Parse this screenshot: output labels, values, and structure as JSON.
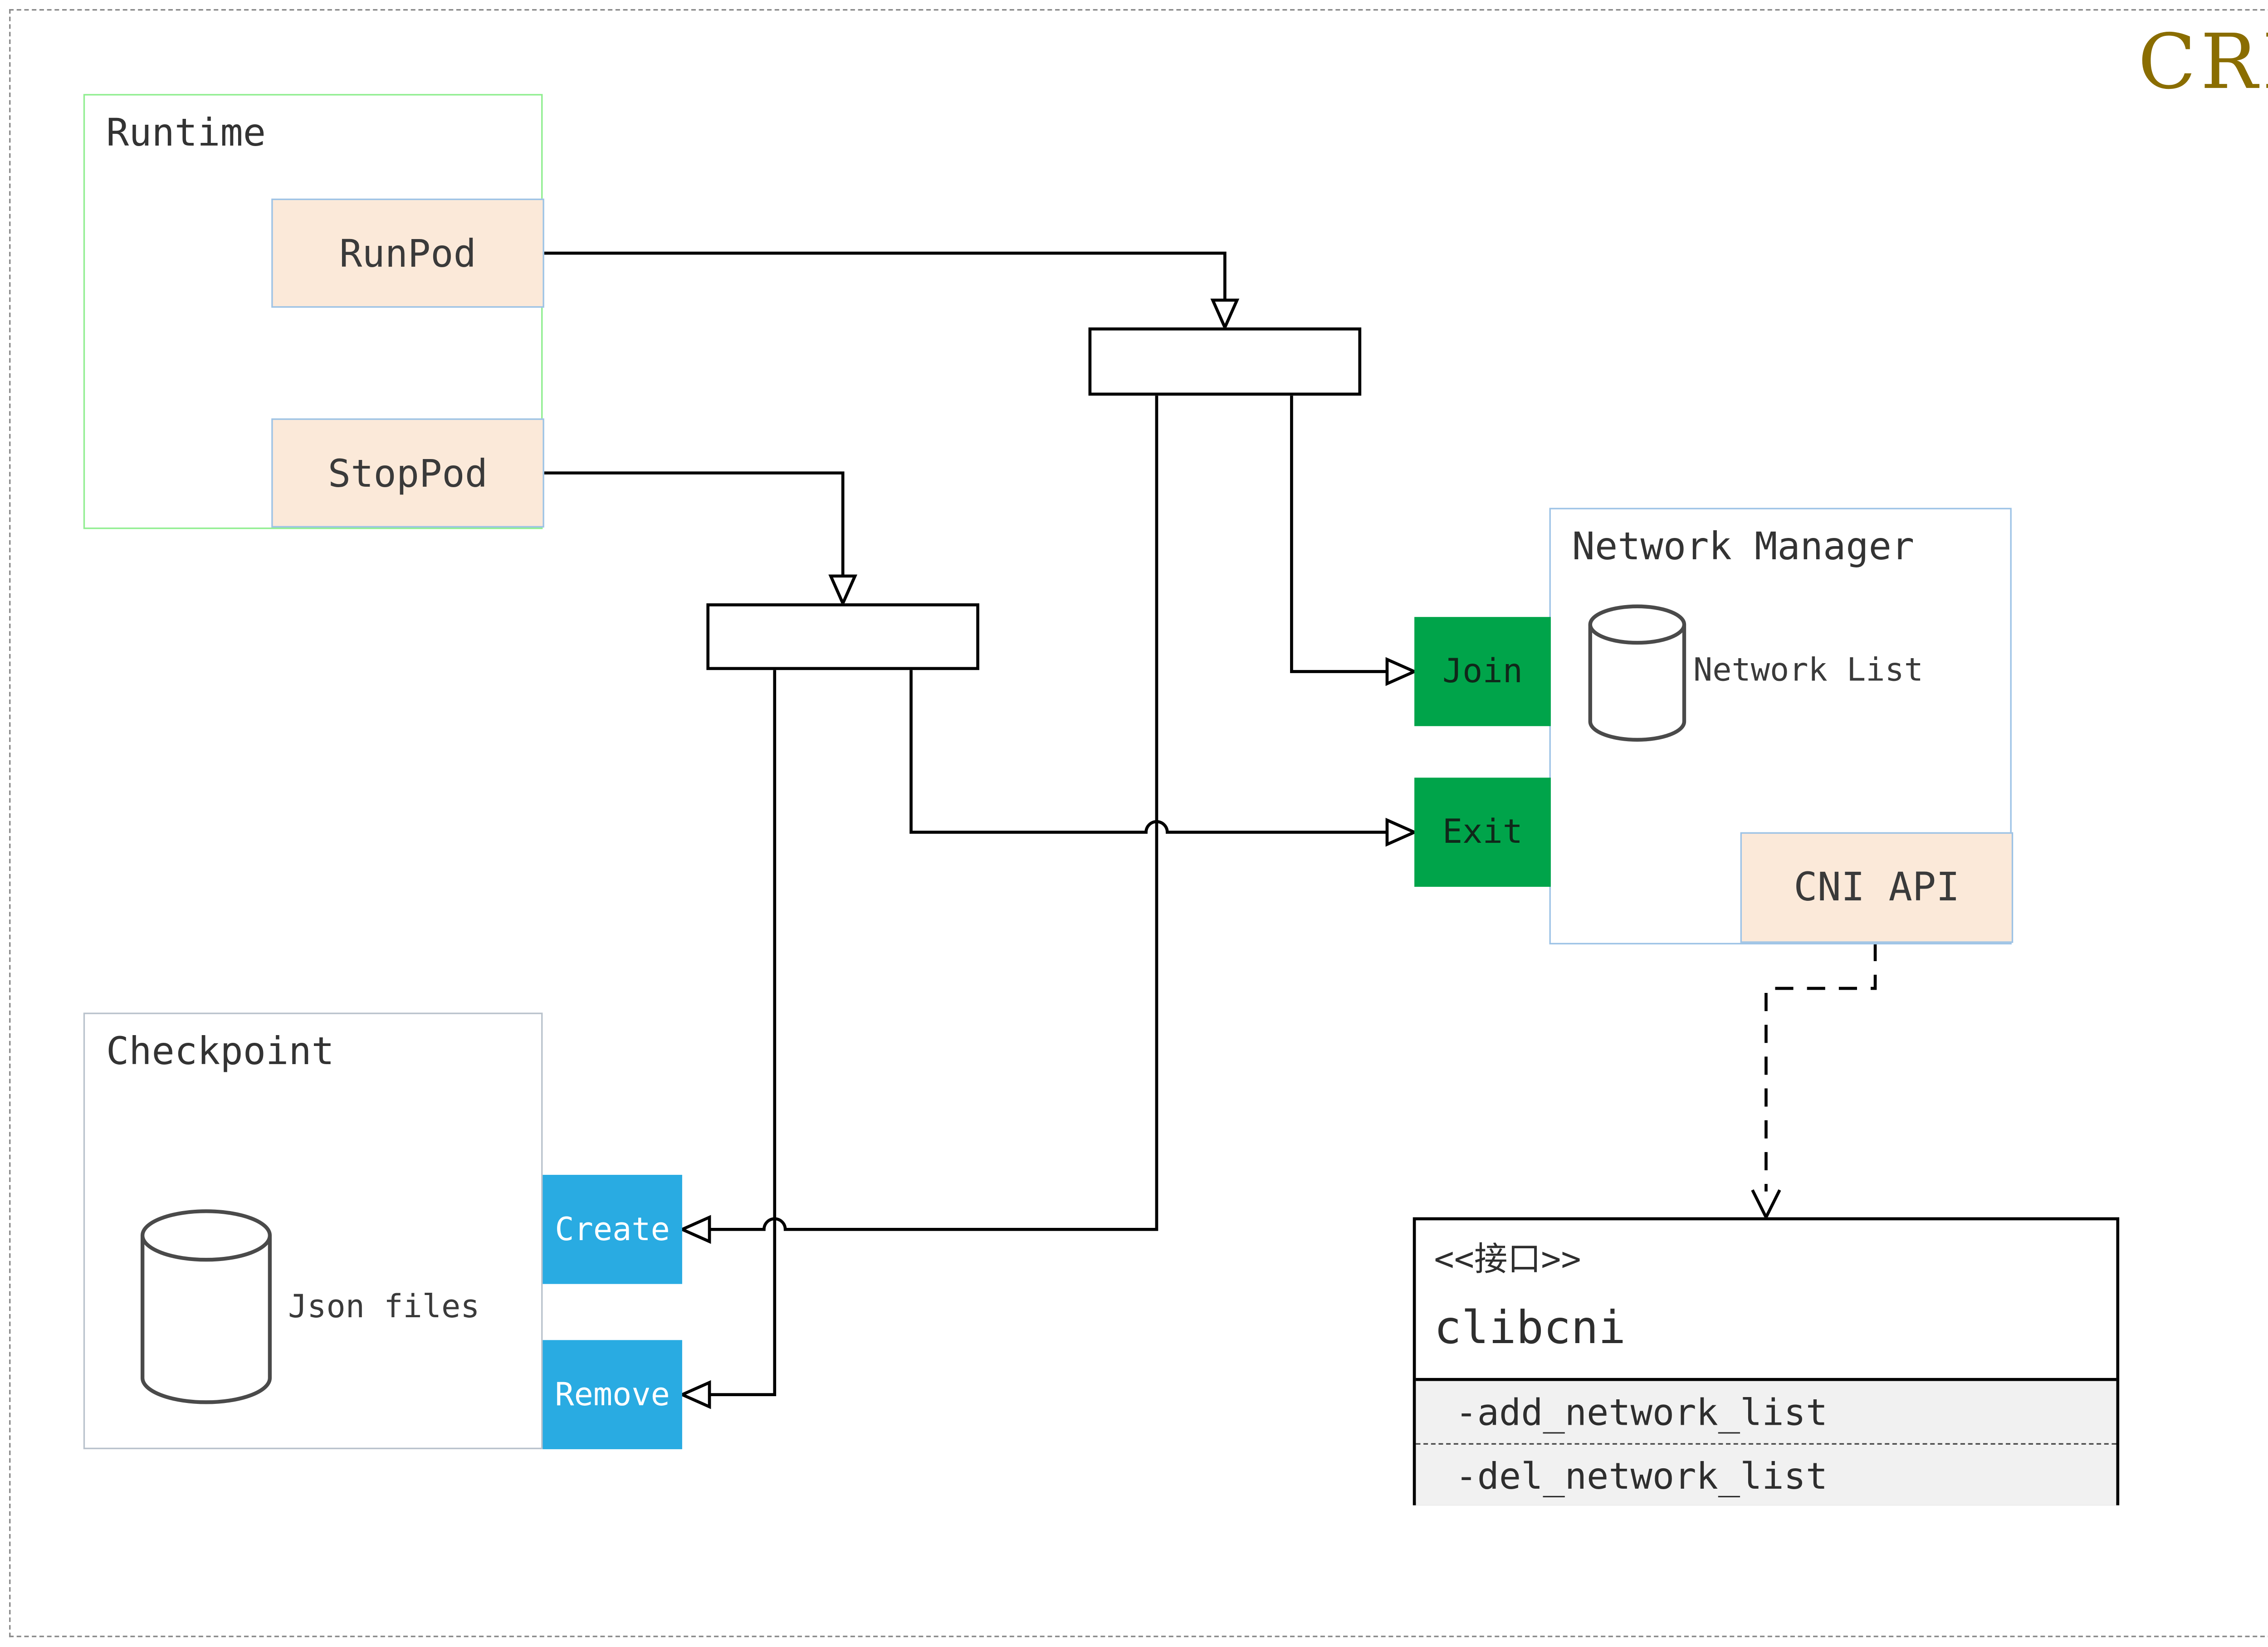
{
  "title": {
    "label": "CRI"
  },
  "runtime": {
    "label": "Runtime",
    "run_pod": "RunPod",
    "stop_pod": "StopPod"
  },
  "checkpoint": {
    "label": "Checkpoint",
    "db_label": "Json files",
    "create": "Create",
    "remove": "Remove"
  },
  "network_manager": {
    "label": "Network Manager",
    "db_label": "Network List",
    "join": "Join",
    "exit": "Exit",
    "cni_api": "CNI API"
  },
  "interface": {
    "stereotype": "<<接口>>",
    "name": "clibcni",
    "methods": [
      "-add_network_list",
      "-del_network_list"
    ]
  },
  "colors": {
    "title_accent": "#8a6d00",
    "green_action": "#00a44a",
    "blue_action": "#29abe2",
    "peach_fill": "#fbe9d9",
    "blue_border": "#9dc3e6",
    "runtime_border": "#90ee90",
    "checkpoint_border": "#b9c2cc",
    "method_row_bg": "#f1f1f1"
  }
}
